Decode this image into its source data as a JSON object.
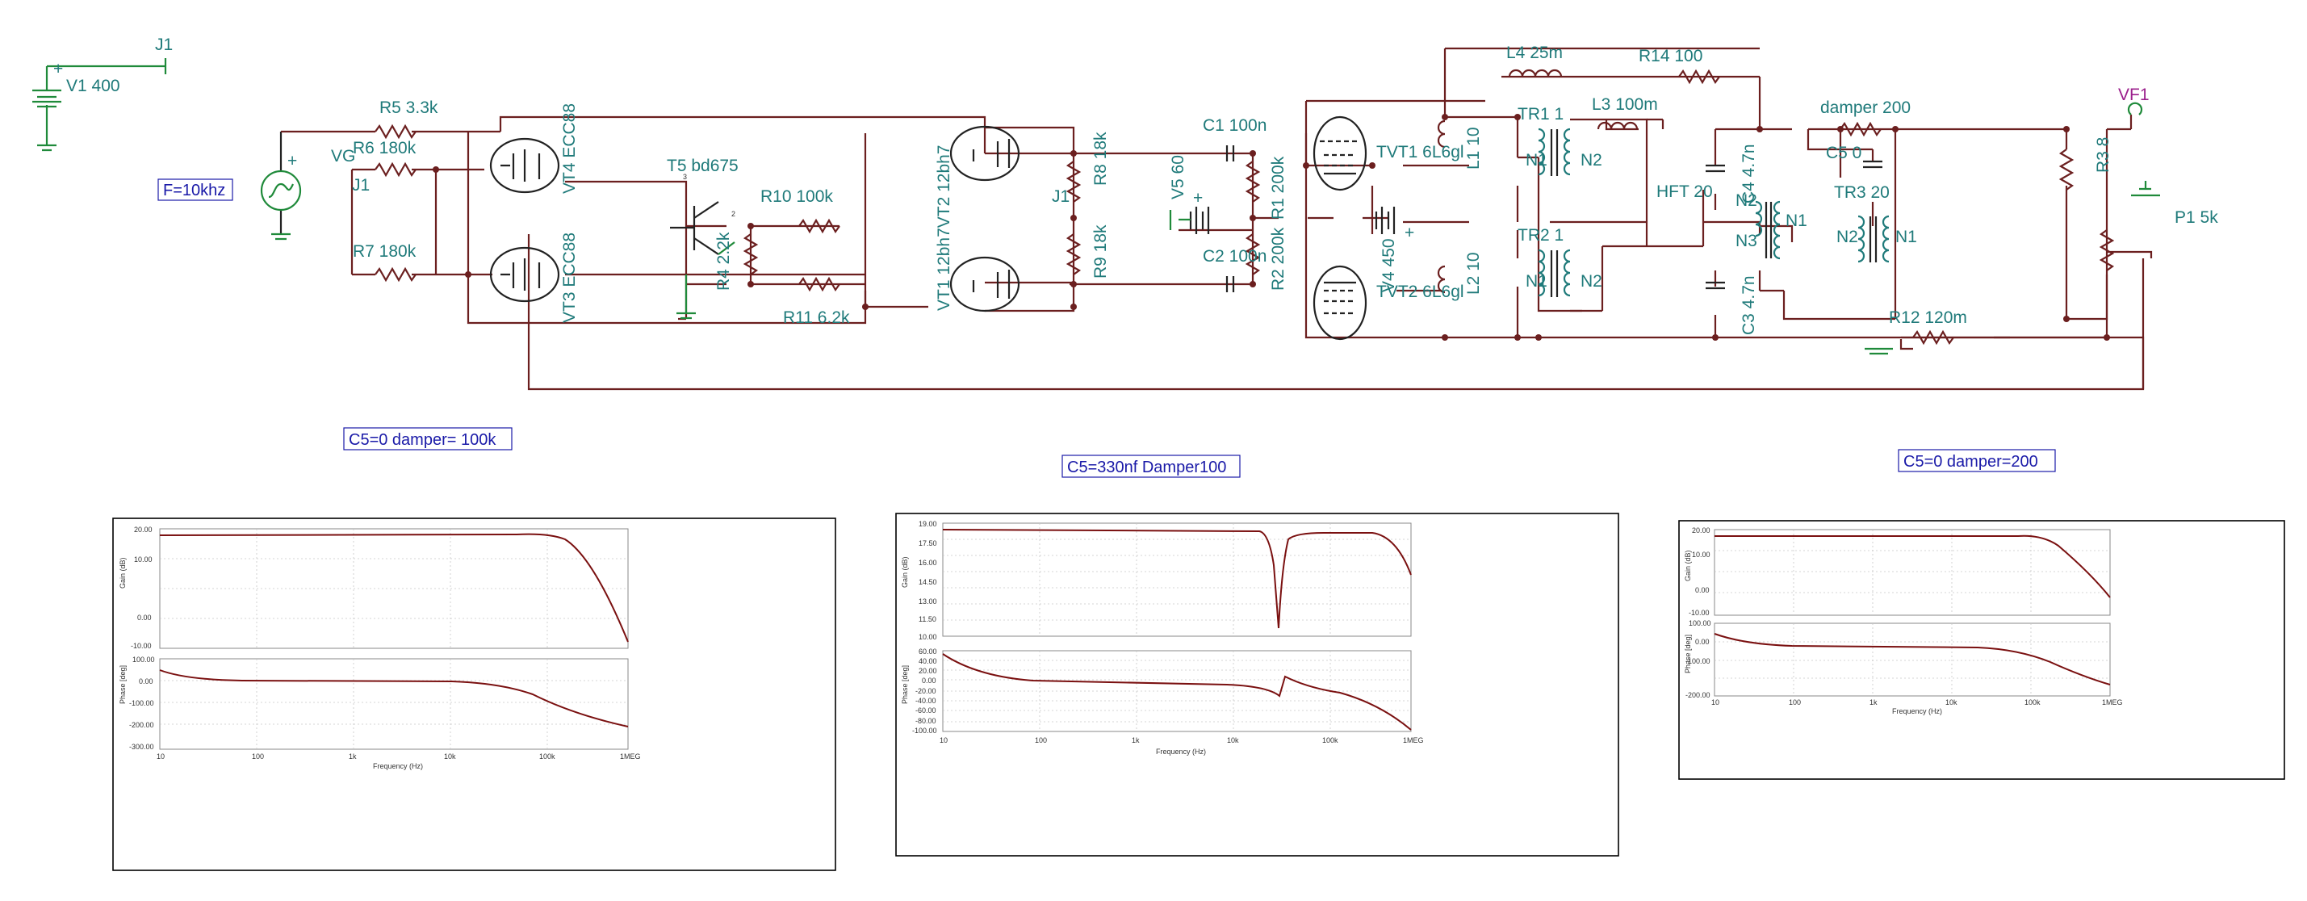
{
  "schematic": {
    "labels": [
      {
        "id": "j1-top",
        "text": "J1"
      },
      {
        "id": "v1",
        "text": "V1 400"
      },
      {
        "id": "freq-note",
        "text": "F=10khz"
      },
      {
        "id": "r5",
        "text": "R5 3.3k"
      },
      {
        "id": "vg",
        "text": "VG"
      },
      {
        "id": "r6",
        "text": "R6 180k"
      },
      {
        "id": "j1-mid",
        "text": "J1"
      },
      {
        "id": "r7",
        "text": "R7 180k"
      },
      {
        "id": "vt4",
        "text": "VT4 ECC88"
      },
      {
        "id": "vt3",
        "text": "VT3 ECC88"
      },
      {
        "id": "t5",
        "text": "T5 bd675"
      },
      {
        "id": "r10",
        "text": "R10 100k"
      },
      {
        "id": "r4",
        "text": "R4 2.2k"
      },
      {
        "id": "r11",
        "text": "R11 6.2k"
      },
      {
        "id": "vt1",
        "text": "VT1 12bh7VT2 12bh7"
      },
      {
        "id": "j1-right",
        "text": "J1"
      },
      {
        "id": "r8",
        "text": "R8 18k"
      },
      {
        "id": "r9",
        "text": "R9 18k"
      },
      {
        "id": "c1",
        "text": "C1 100n"
      },
      {
        "id": "c2",
        "text": "C2 100n"
      },
      {
        "id": "v5",
        "text": "V5 60"
      },
      {
        "id": "r1",
        "text": "R1 200k"
      },
      {
        "id": "r2",
        "text": "R2 200k"
      },
      {
        "id": "v4",
        "text": "V4 450"
      },
      {
        "id": "tvt1",
        "text": "TVT1 6L6gl"
      },
      {
        "id": "tvt2",
        "text": "TVT2 6L6gl"
      },
      {
        "id": "l4",
        "text": "L4 25m"
      },
      {
        "id": "r14",
        "text": "R14 100"
      },
      {
        "id": "l1",
        "text": "L1 10"
      },
      {
        "id": "l2",
        "text": "L2 10"
      },
      {
        "id": "tr1",
        "text": "TR1 1"
      },
      {
        "id": "tr2",
        "text": "TR2 1"
      },
      {
        "id": "l3",
        "text": "L3 100m"
      },
      {
        "id": "hft",
        "text": "HFT 20"
      },
      {
        "id": "c4",
        "text": "C4 4.7n"
      },
      {
        "id": "c3",
        "text": "C3 4.7n"
      },
      {
        "id": "damper",
        "text": "damper 200"
      },
      {
        "id": "c5",
        "text": "C5 0"
      },
      {
        "id": "tr3",
        "text": "TR3 20"
      },
      {
        "id": "r3",
        "text": "R3 8"
      },
      {
        "id": "vf1",
        "text": "VF1"
      },
      {
        "id": "p1",
        "text": "P1 5k"
      },
      {
        "id": "r12",
        "text": "R12 120m"
      }
    ],
    "pins": {
      "n1": "N1",
      "n2": "N2",
      "n3": "N3",
      "plus": "+",
      "two": "2",
      "three": "3"
    }
  },
  "plots": [
    {
      "caption": "C5=0 damper= 100k",
      "gain": {
        "ylabel": "Gain (dB)",
        "ticks": [
          "20.00",
          "10.00",
          "0.00",
          "-10.00"
        ]
      },
      "phase": {
        "ylabel": "Phase [deg]",
        "ticks": [
          "100.00",
          "0.00",
          "-100.00",
          "-200.00",
          "-300.00"
        ]
      },
      "xticks": [
        "10",
        "100",
        "1k",
        "10k",
        "100k",
        "1MEG"
      ],
      "xlabel": "Frequency (Hz)"
    },
    {
      "caption": "C5=330nf Damper100",
      "gain": {
        "ylabel": "Gain (dB)",
        "ticks": [
          "19.00",
          "17.50",
          "16.00",
          "14.50",
          "13.00",
          "11.50",
          "10.00"
        ]
      },
      "phase": {
        "ylabel": "Phase [deg]",
        "ticks": [
          "60.00",
          "40.00",
          "20.00",
          "0.00",
          "-20.00",
          "-40.00",
          "-60.00",
          "-80.00",
          "-100.00"
        ]
      },
      "xticks": [
        "10",
        "100",
        "1k",
        "10k",
        "100k",
        "1MEG"
      ],
      "xlabel": "Frequency (Hz)"
    },
    {
      "caption": "C5=0 damper=200",
      "gain": {
        "ylabel": "Gain (dB)",
        "ticks": [
          "20.00",
          "10.00",
          "0.00",
          "-10.00"
        ]
      },
      "phase": {
        "ylabel": "Phase [deg]",
        "ticks": [
          "100.00",
          "0.00",
          "-100.00",
          "-200.00"
        ]
      },
      "xticks": [
        "10",
        "100",
        "1k",
        "10k",
        "100k",
        "1MEG"
      ],
      "xlabel": "Frequency (Hz)"
    }
  ]
}
